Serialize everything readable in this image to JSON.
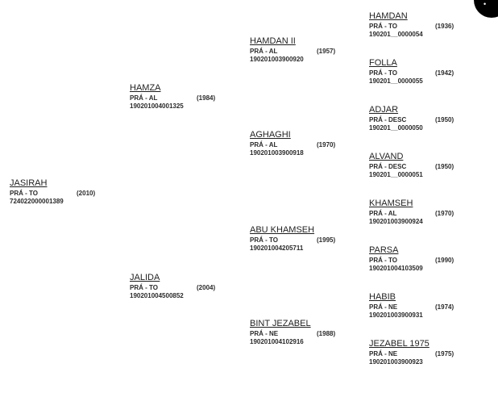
{
  "corner_glyph": "•",
  "tree": {
    "root": {
      "name": "JASIRAH",
      "status": "PRÁ - TO",
      "year": "(2010)",
      "reg": "724022000001389"
    },
    "sire": {
      "name": "HAMZA",
      "status": "PRÁ - AL",
      "year": "(1984)",
      "reg": "190201004001325"
    },
    "dam": {
      "name": "JALIDA",
      "status": "PRÁ - TO",
      "year": "(2004)",
      "reg": "190201004500852"
    },
    "sire_sire": {
      "name": "HAMDAN II",
      "status": "PRÁ - AL",
      "year": "(1957)",
      "reg": "190201003900920"
    },
    "sire_dam": {
      "name": "AGHAGHI",
      "status": "PRÁ - AL",
      "year": "(1970)",
      "reg": "190201003900918"
    },
    "dam_sire": {
      "name": "ABU KHAMSEH",
      "status": "PRÁ - TO",
      "year": "(1995)",
      "reg": "190201004205711"
    },
    "dam_dam": {
      "name": "BINT JEZABEL",
      "status": "PRÁ - NE",
      "year": "(1988)",
      "reg": "190201004102916"
    },
    "gen3": [
      {
        "name": "HAMDAN",
        "status": "PRÁ - TO",
        "year": "(1936)",
        "reg": "190201__0000054"
      },
      {
        "name": "FOLLA",
        "status": "PRÁ - TO",
        "year": "(1942)",
        "reg": "190201__0000055"
      },
      {
        "name": "ADJAR",
        "status": "PRÁ - DESC",
        "year": "(1950)",
        "reg": "190201__0000050"
      },
      {
        "name": "ALVAND",
        "status": "PRÁ - DESC",
        "year": "(1950)",
        "reg": "190201__0000051"
      },
      {
        "name": "KHAMSEH",
        "status": "PRÁ - AL",
        "year": "(1970)",
        "reg": "190201003900924"
      },
      {
        "name": "PARSA",
        "status": "PRÁ - TO",
        "year": "(1990)",
        "reg": "190201004103509"
      },
      {
        "name": "HABIB",
        "status": "PRÁ - NE",
        "year": "(1974)",
        "reg": "190201003900931"
      },
      {
        "name": "JEZABEL 1975",
        "status": "PRÁ - NE",
        "year": "(1975)",
        "reg": "190201003900923"
      }
    ]
  }
}
